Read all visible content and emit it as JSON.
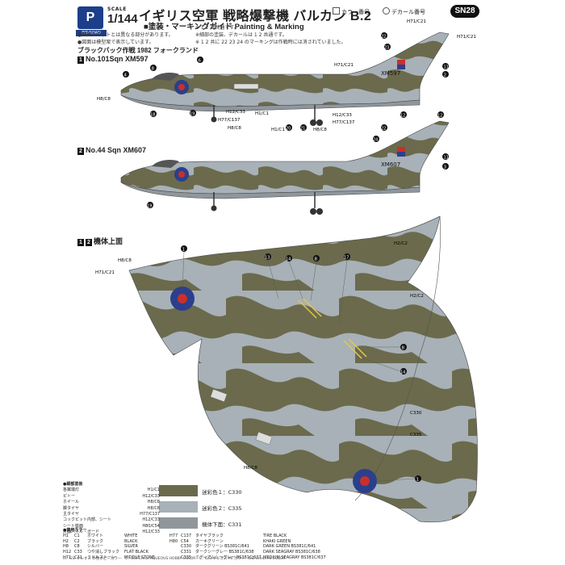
{
  "header": {
    "logo": "P",
    "logo_sub": "PIT-ROAD",
    "scale_word": "SCALE",
    "scale": "1/144",
    "title": "イギリス空軍 戦略爆撃機 バルカン B.2",
    "subtitle": "■塗装・マーキングガイド Painting & Marking",
    "legend_color": "カラー番号",
    "legend_decal": "デカール番号",
    "badge": "SN28"
  },
  "notes": [
    "●図面とキットとは異なる部分があります。",
    "●図面は模型案で表示しています。"
  ],
  "notes_right": [
    "※ 1 2 は共通です。",
    "※細部の塗装、デカールは 1 2 共通です。",
    "※ 1 2 共に 22 23 24 のマーキングは作戦時には消されていました。"
  ],
  "section1": {
    "op_heading": "ブラックバック作戦 1982 フォークランド",
    "num": "1",
    "heading": "No.101Sqn XM597",
    "serial": "XM597"
  },
  "section2": {
    "num": "2",
    "heading": "No.44 Sqn XM607",
    "serial": "XM607"
  },
  "section3": {
    "num1": "1",
    "num2": "2",
    "heading": "機体上面"
  },
  "callouts": {
    "h1c1": "H1/C1",
    "h2c2": "H2/C2",
    "h71c21": "H71/C21",
    "h8c8": "H8/C8",
    "h12c33": "H12/C33",
    "h77c137": "H77/C137",
    "c330": "C330",
    "c335": "C335"
  },
  "marker_numbers": [
    "1",
    "2",
    "3",
    "4",
    "5",
    "6",
    "8",
    "11",
    "12",
    "13",
    "14",
    "17",
    "18",
    "19",
    "20",
    "21",
    "22",
    "23",
    "24"
  ],
  "swatches": [
    {
      "label": "迷彩色１：C330",
      "color": "#6b6a4c"
    },
    {
      "label": "迷彩色２：C335",
      "color": "#a7b1b7"
    },
    {
      "label": "機体下面：C331",
      "color": "#8f979d"
    }
  ],
  "detail_table": {
    "heading": "●細部塗装",
    "rows": [
      [
        "各翼端灯",
        "H1/C1"
      ],
      [
        "ピトー",
        "H12/C33"
      ],
      [
        "ホイール",
        "H8/C8"
      ],
      [
        "脚タイヤ",
        "H8/C8"
      ],
      [
        "主タイヤ",
        "H77/C137"
      ],
      [
        "コックピット内部、シート",
        "H12/C33"
      ],
      [
        "シート座面",
        "H80/C54"
      ],
      [
        "計器パネル・ガード",
        "H12/C33"
      ]
    ]
  },
  "color_list": {
    "heading": "●使用カラー",
    "rows": [
      [
        "H1",
        "C1",
        "ホワイト",
        "WHITE",
        "H77",
        "C137",
        "タイヤブラック",
        "TIRE BLACK"
      ],
      [
        "H2",
        "C2",
        "ブラック",
        "BLACK",
        "H80",
        "C54",
        "カーキグリーン",
        "KHAKI GREEN"
      ],
      [
        "H8",
        "C8",
        "シルバー",
        "SILVER",
        "",
        "C330",
        "ダークグリーン BS381C/641",
        "DARK GREEN BS381C/641"
      ],
      [
        "H12",
        "C33",
        "つや消しブラック",
        "FLAT BLACK",
        "",
        "C331",
        "ダークシーグレー BS381C/638",
        "DARK SEAGRAY BS381C/638"
      ],
      [
        "H71",
        "C21",
        "ミドルストーン",
        "MIDDLE STONE",
        "",
        "C335",
        "ミディアムシーグレー BS381C/637",
        "MEDIUM SEAGRAY BS381C/637"
      ]
    ]
  },
  "footer": "H：GSI クレオス 水性ホビーカラー　C：GSI Creos AQUEOUS HOBBY COLOR　C：GSI クレオス Mr.カラー　GSI Creos Mr.COLOR",
  "colors": {
    "green": "#6b6a4c",
    "grey": "#a7b1b7",
    "roundel_blue": "#2b3f8c",
    "roundel_red": "#c8302c"
  }
}
